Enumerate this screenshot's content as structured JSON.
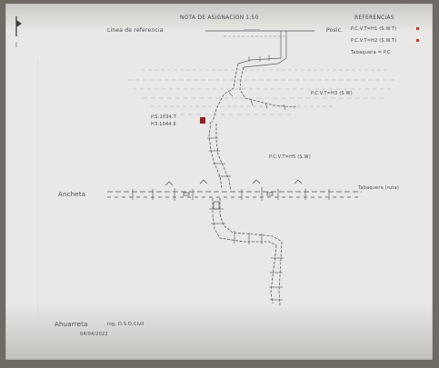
{
  "sheet": {
    "title": "NOTA DE ASIGNACION 1:50",
    "header_left": "Linea de referencia",
    "header_mid": "---------",
    "header_right_label": "Posic.",
    "legend_title": "REFERENCIAS",
    "legend": [
      {
        "text": "P.C.V.T=H1 (S.W.T)",
        "mark_color": "#c0392b"
      },
      {
        "text": "P.C.V.T=H2 (S.W.T)",
        "mark_color": "#c0392b"
      },
      {
        "text": "Tabaquera = P.C",
        "mark_color": ""
      }
    ],
    "upper_label": "P.C.V.T=H3 (S.W)",
    "station_lines": [
      "P.S:1034.7",
      "H3:1044.6"
    ],
    "station_color": "#8e1f2b",
    "mid_label": "P.C.V.T=H5 (S.W)",
    "road_left": "Ancheta",
    "road_right": "Tabaquera (ruta)",
    "sign_name": "Ahuarreta",
    "sign_title": "Ing. D.S.D.Civil",
    "sign_date": "04/04/2022"
  },
  "colors": {
    "paper": "#e9e8e6",
    "ink": "#4a4a52",
    "pencil": "#b9b8bd",
    "background": "#6f6a64"
  }
}
